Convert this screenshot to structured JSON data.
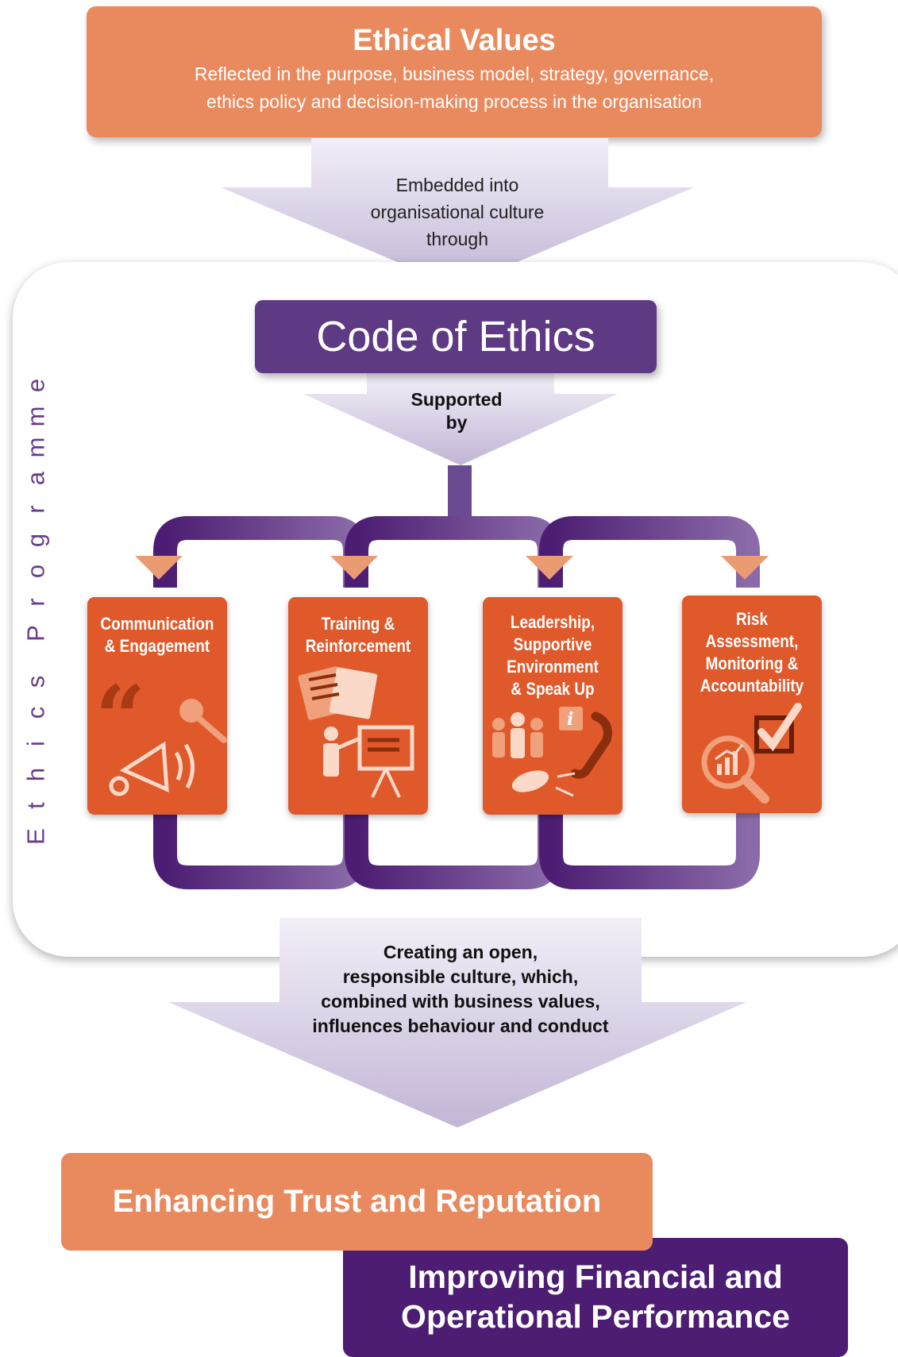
{
  "ethical_values": {
    "title": "Ethical Values",
    "subtitle_line1": "Reflected in the purpose, business model, strategy, governance,",
    "subtitle_line2": "ethics policy and decision-making process in the organisation"
  },
  "embed_arrow": {
    "line1": "Embedded into",
    "line2": "organisational culture",
    "line3": "through"
  },
  "programme_label": "Ethics Programme",
  "code_of_ethics": "Code of Ethics",
  "supported_by": {
    "line1": "Supported",
    "line2": "by"
  },
  "pillars": [
    {
      "line1": "Communication",
      "line2": "& Engagement",
      "icon": "megaphone-microphone-icon"
    },
    {
      "line1": "Training &",
      "line2": "Reinforcement",
      "icon": "documents-presenter-icon"
    },
    {
      "line1": "Leadership,",
      "line2": "Supportive",
      "line3": "Environment",
      "line4": "& Speak Up",
      "icon": "people-phone-whistle-icon"
    },
    {
      "line1": "Risk",
      "line2": "Assessment,",
      "line3": "Monitoring &",
      "line4": "Accountability",
      "icon": "magnifier-chart-checkbox-icon"
    }
  ],
  "culture_arrow": {
    "line1": "Creating an open,",
    "line2": "responsible culture, which,",
    "line3": "combined with business values,",
    "line4": "influences behaviour and conduct"
  },
  "outcomes": {
    "trust": "Enhancing Trust and Reputation",
    "performance_line1": "Improving Financial and",
    "performance_line2": "Operational Performance"
  },
  "colors": {
    "orange_light": "#e98a5e",
    "orange": "#e0592a",
    "purple": "#5e3a84",
    "purple_dark": "#4c1d72",
    "arrow_lavender": "#c8bcd9"
  }
}
